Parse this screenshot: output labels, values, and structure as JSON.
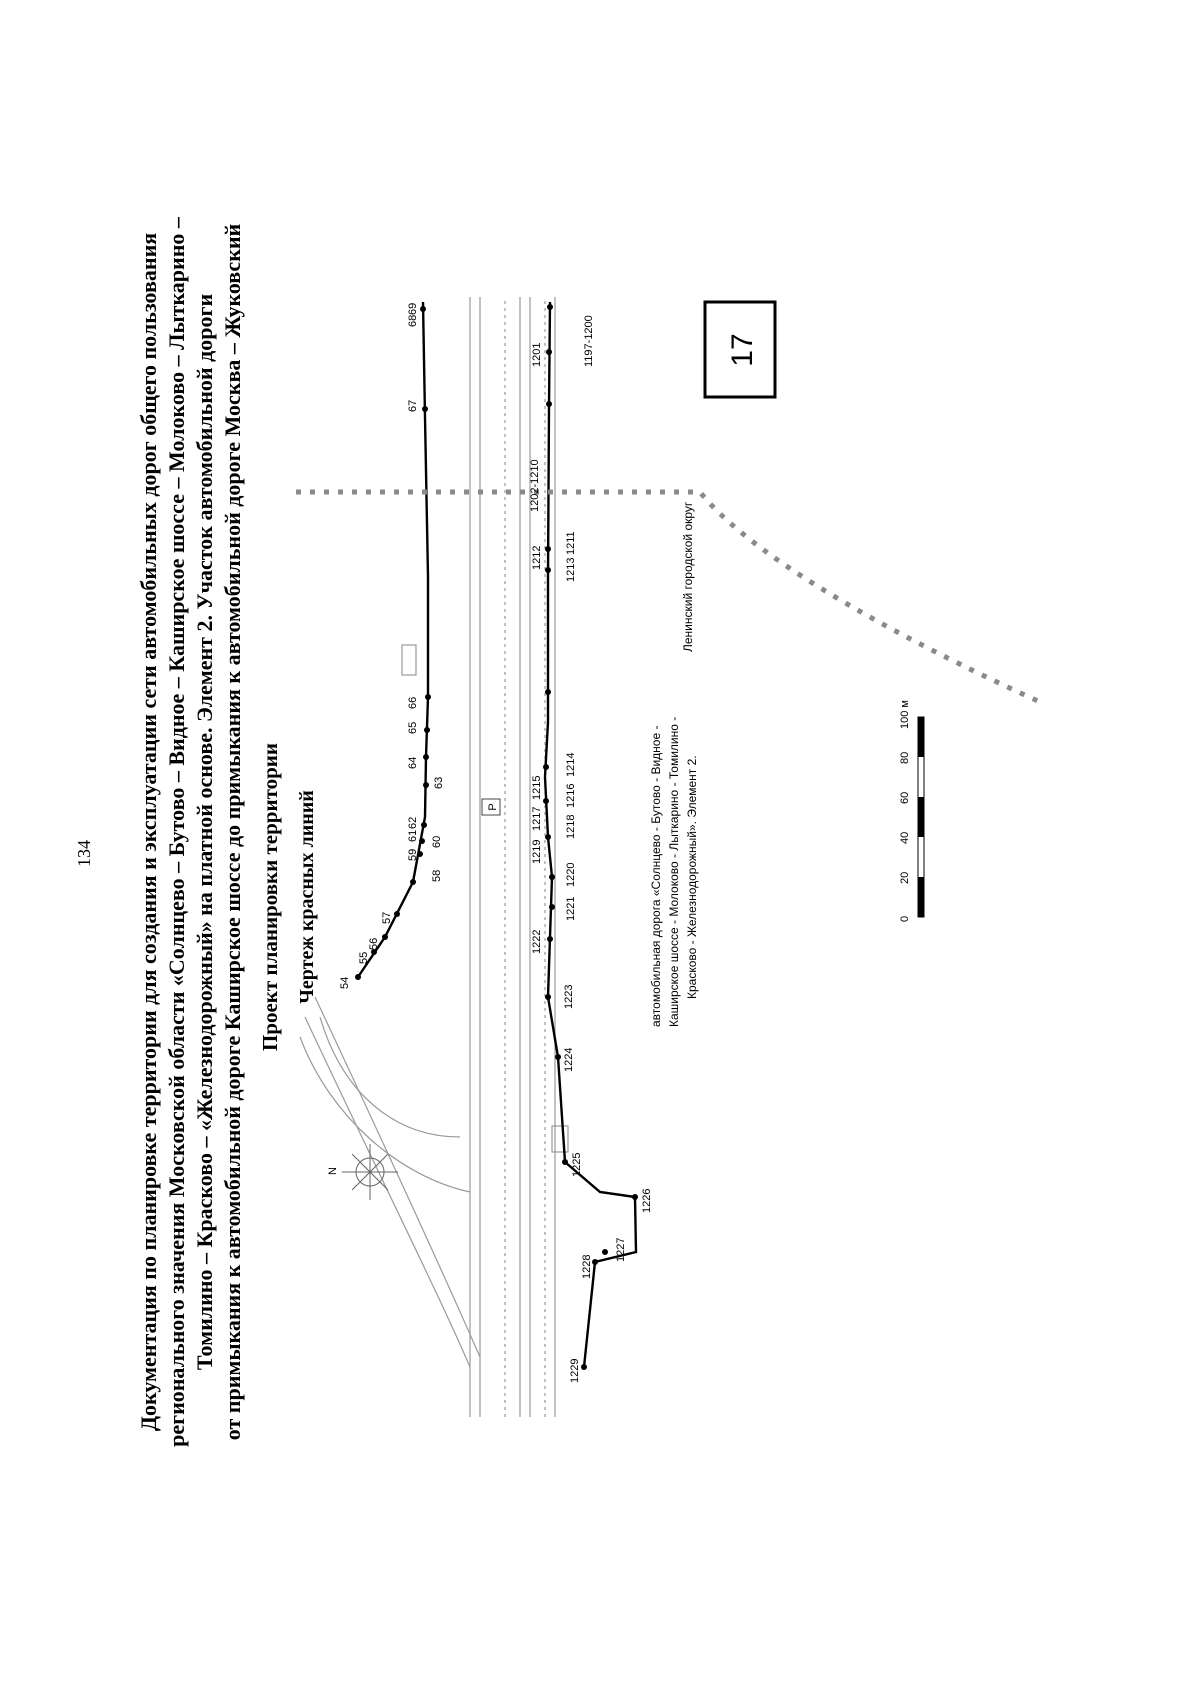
{
  "page_number": "134",
  "title_lines": [
    "Документация по планировке территории для создания и эксплуатации сети автомобильных дорог общего пользования",
    "регионального значения Московской области «Солнцево – Бутово – Видное – Каширское шоссе – Молоково – Лыткарино –",
    "Томилино – Красково – «Железнодорожный» на платной основе. Элемент 2. Участок автомобильной дороги",
    "от примыкания к автомобильной дороге Каширское шоссе до примыкания к автомобильной дороге Москва – Жуковский"
  ],
  "subtitle_project": "Проект планировки территории",
  "subtitle_drawing": "Чертеж красных линий",
  "map": {
    "compass_label": "N",
    "sheet_number": "17",
    "district_label": "Ленинский городской округ",
    "parking_label": "P",
    "top_line_labels": [
      "54",
      "55",
      "56",
      "57",
      "58",
      "59",
      "60",
      "61",
      "62",
      "63",
      "64",
      "65",
      "66",
      "67",
      "68",
      "69"
    ],
    "bottom_line_labels": [
      "1229",
      "1228",
      "1227",
      "1226",
      "1225",
      "1224",
      "1223",
      "1222",
      "1221",
      "1220",
      "1219",
      "1218",
      "1217",
      "1216",
      "1215",
      "1214",
      "1213",
      "1212",
      "1211",
      "1202-1210",
      "1201",
      "1197-1200"
    ],
    "legend_lines": [
      "автомобильная дорога «Солнцево - Бутово - Видное -",
      "Каширское шоссе - Молоково - Лыткарино - Томилино -",
      "Красково - Железнодорожный». Элемент 2."
    ],
    "scale_ticks": [
      "0",
      "20",
      "40",
      "60",
      "80",
      "100 м"
    ]
  },
  "colors": {
    "ink": "#000000",
    "road": "#9a9a9a",
    "boundary": "#8a8a8a"
  }
}
